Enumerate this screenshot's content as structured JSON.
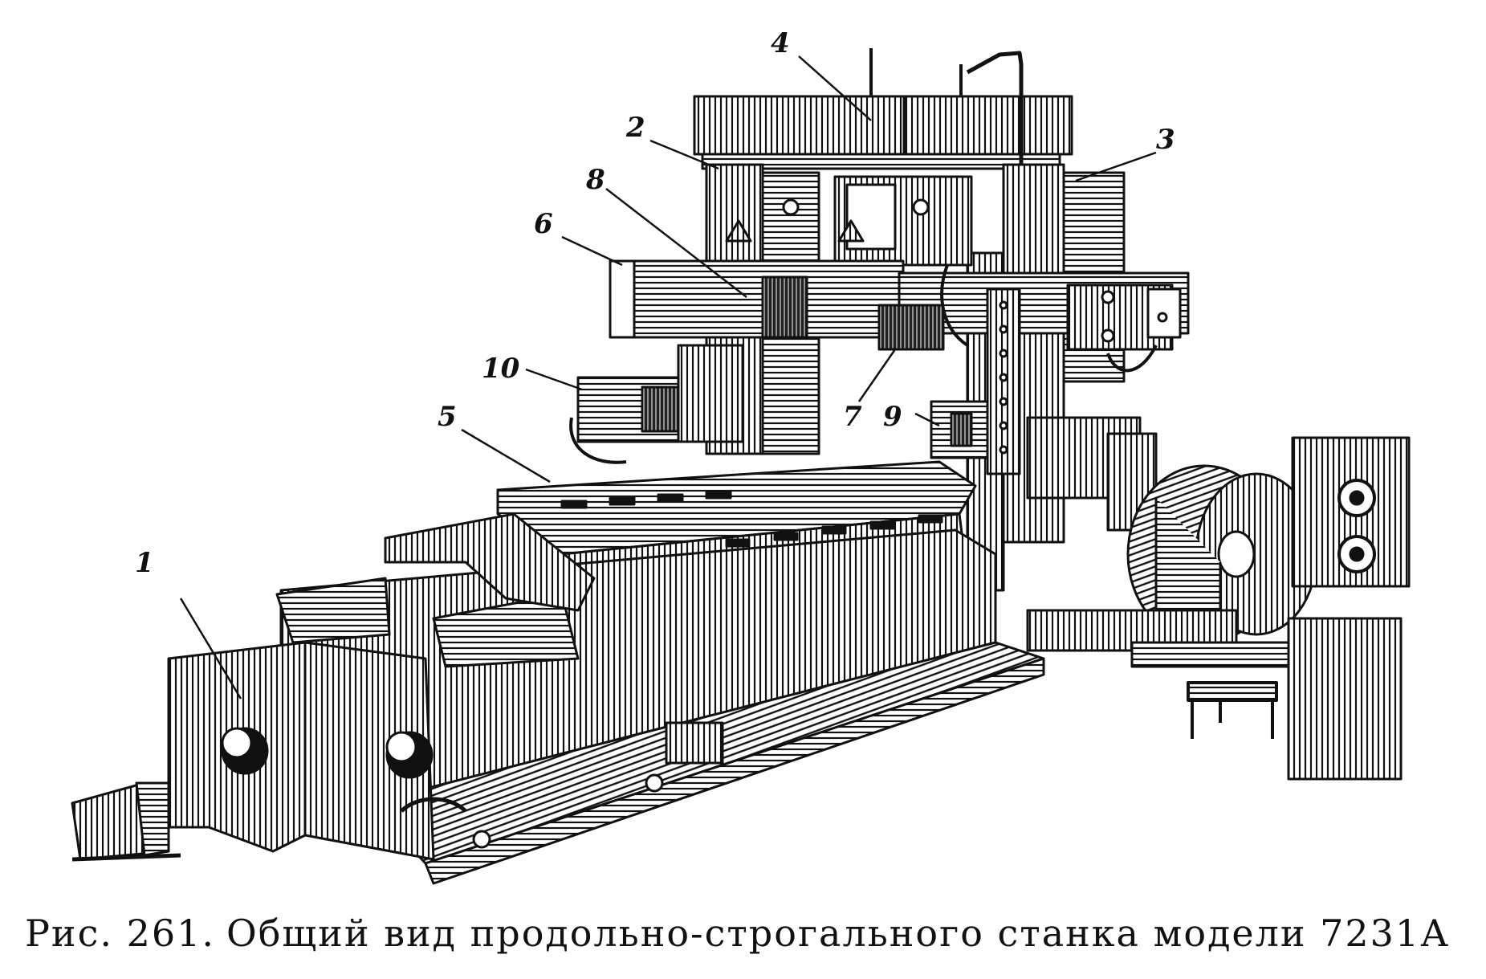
{
  "figure": {
    "caption_number": "Рис. 261.",
    "caption_text": "Общий вид продольно-строгального станка модели 7231А",
    "callouts": [
      {
        "id": "c1",
        "label": "1"
      },
      {
        "id": "c2",
        "label": "2"
      },
      {
        "id": "c3",
        "label": "3"
      },
      {
        "id": "c4",
        "label": "4"
      },
      {
        "id": "c5",
        "label": "5"
      },
      {
        "id": "c6",
        "label": "6"
      },
      {
        "id": "c7",
        "label": "7"
      },
      {
        "id": "c8",
        "label": "8"
      },
      {
        "id": "c9",
        "label": "9"
      },
      {
        "id": "c10",
        "label": "10"
      }
    ]
  },
  "colors": {
    "ink": "#111111",
    "paper": "#ffffff"
  }
}
